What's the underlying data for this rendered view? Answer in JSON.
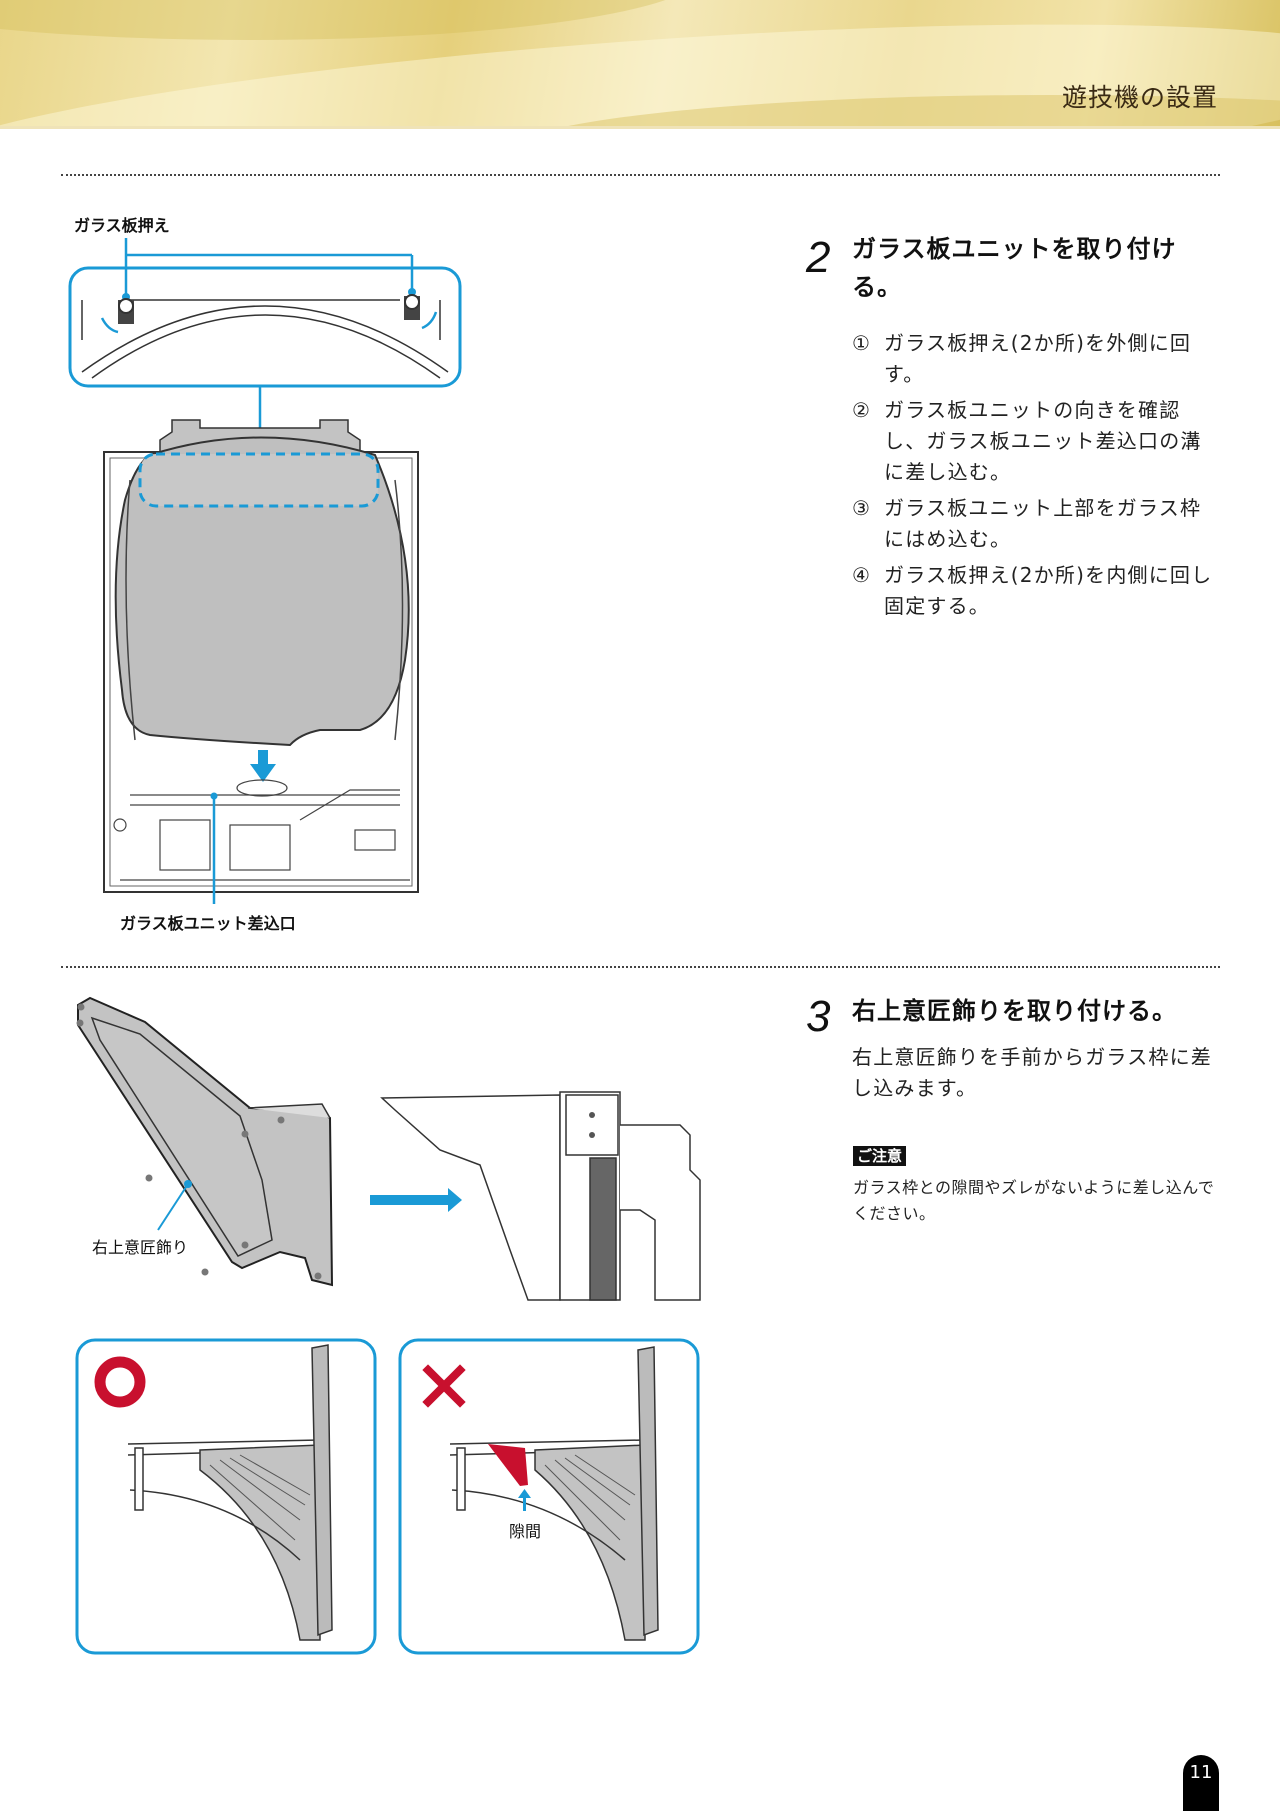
{
  "header": {
    "section_title": "遊技機の設置"
  },
  "step2": {
    "number": "2",
    "title": "ガラス板ユニットを取り付ける。",
    "items": [
      {
        "marker": "①",
        "text": "ガラス板押え(2か所)を外側に回す。"
      },
      {
        "marker": "②",
        "text": "ガラス板ユニットの向きを確認し、ガラス板ユニット差込口の溝に差し込む。"
      },
      {
        "marker": "③",
        "text": "ガラス板ユニット上部をガラス枠にはめ込む。"
      },
      {
        "marker": "④",
        "text": "ガラス板押え(2か所)を内側に回し固定する。"
      }
    ],
    "figure": {
      "label_top": "ガラス板押え",
      "label_bottom": "ガラス板ユニット差込口"
    }
  },
  "step3": {
    "number": "3",
    "title": "右上意匠飾りを取り付ける。",
    "description": "右上意匠飾りを手前からガラス枠に差し込みます。",
    "caution_label": "ご注意",
    "caution_text": "ガラス枠との隙間やズレがないように差し込んでください。",
    "figure": {
      "part_label": "右上意匠飾り",
      "good_mark": "○",
      "bad_mark": "×",
      "gap_label": "隙間"
    }
  },
  "colors": {
    "accent_blue": "#1a9ad6",
    "mark_red": "#c8102e",
    "part_gray": "#c3c3c3"
  },
  "footer": {
    "page_number": "11"
  }
}
